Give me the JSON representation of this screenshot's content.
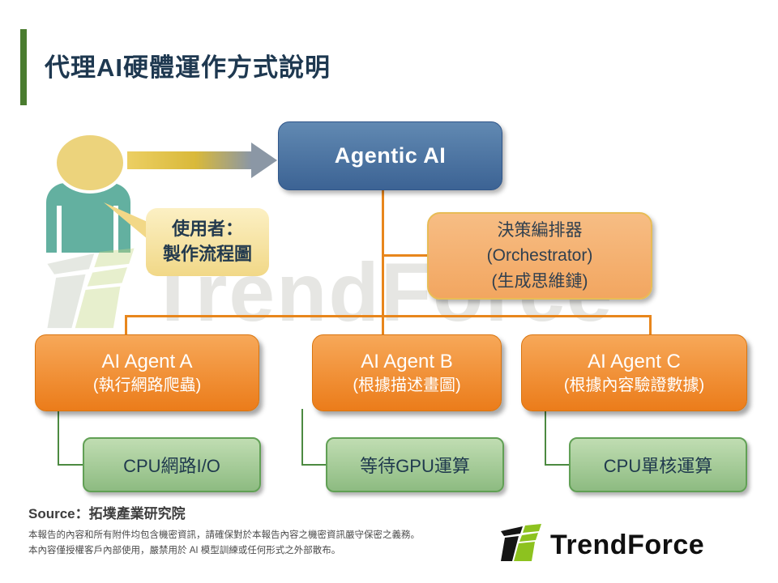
{
  "slide": {
    "title": "代理AI硬體運作方式說明",
    "watermark_text": "TrendForce",
    "source_label": "Source：拓墣產業研究院",
    "disclaimer_line1": "本報告的內容和所有附件均包含機密資訊，請確保對於本報告內容之機密資訊嚴守保密之義務。",
    "disclaimer_line2": "本內容僅授權客戶內部使用，嚴禁用於 AI 模型訓練或任何形式之外部散布。",
    "brand_name": "TrendForce"
  },
  "diagram": {
    "user_callout": {
      "line1": "使用者：",
      "line2": "製作流程圖"
    },
    "root": {
      "label": "Agentic AI"
    },
    "orchestrator": {
      "line1": "決策編排器",
      "line2": "(Orchestrator)",
      "line3": "(生成思維鏈)"
    },
    "agents": [
      {
        "name": "AI Agent A",
        "desc": "(執行網路爬蟲)",
        "hw": "CPU網路I/O"
      },
      {
        "name": "AI Agent B",
        "desc": "(根據描述畫圖)",
        "hw": "等待GPU運算"
      },
      {
        "name": "AI Agent C",
        "desc": "(根據內容驗證數據)",
        "hw": "CPU單核運算"
      }
    ],
    "colors": {
      "accent_green_bar": "#4a7c2f",
      "root_box_blue": "#3c6394",
      "agent_box_orange": "#eb7c1a",
      "orchestrator_peach": "#f2a660",
      "hw_box_green": "#8dbb81",
      "connector_orange": "#e8861c",
      "connector_green": "#4c8a41",
      "callout_yellow": "#f1d887",
      "brand_green": "#8dc21f"
    }
  }
}
